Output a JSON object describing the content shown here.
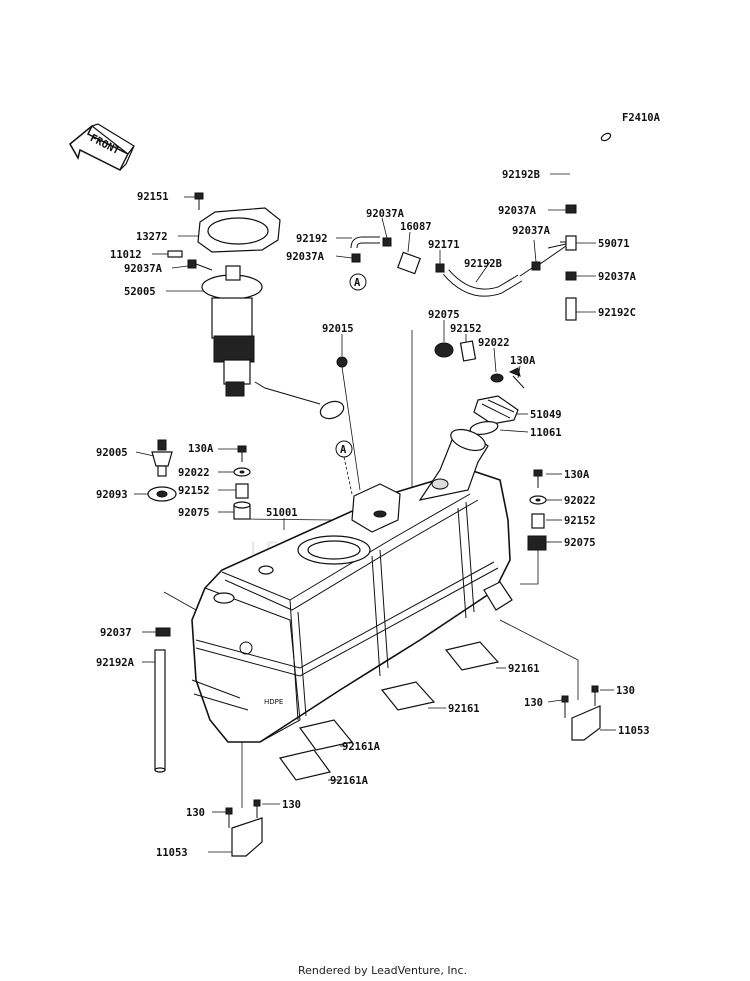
{
  "diagram": {
    "figure_code": "F2410A",
    "front_label": "FRONT",
    "watermark": "LEADVENTURE",
    "footer": "Rendered by LeadVenture, Inc.",
    "callouts": {
      "A_top": "A",
      "A_mid": "A"
    },
    "labels": {
      "p92151": "92151",
      "p13272": "13272",
      "p11012": "11012",
      "p92037A_pump": "92037A",
      "p52005": "52005",
      "p92037A_top": "92037A",
      "p92192": "92192",
      "p16087": "16087",
      "p92037A_left": "92037A",
      "p92171": "92171",
      "p92192B_mid": "92192B",
      "p92037A_mid": "92037A",
      "p92192B_top": "92192B",
      "p92037A_right1": "92037A",
      "p59071": "59071",
      "p92037A_right2": "92037A",
      "p92192C": "92192C",
      "p92015": "92015",
      "p92075_top": "92075",
      "p92152_top": "92152",
      "p92022_top": "92022",
      "p130A_top": "130A",
      "p51049": "51049",
      "p11061": "11061",
      "p92005": "92005",
      "p130A_left": "130A",
      "p92022_left": "92022",
      "p92093": "92093",
      "p92152_left": "92152",
      "p92075_left": "92075",
      "p51001": "51001",
      "p130A_right": "130A",
      "p92022_right": "92022",
      "p92152_right": "92152",
      "p92075_right": "92075",
      "p92037": "92037",
      "p92192A": "92192A",
      "p92161_1": "92161",
      "p92161_2": "92161",
      "p92161A_1": "92161A",
      "p92161A_2": "92161A",
      "p130_r1": "130",
      "p130_r2": "130",
      "p11053_right": "11053",
      "p130_l1": "130",
      "p130_l2": "130",
      "p11053_left": "11053"
    }
  }
}
